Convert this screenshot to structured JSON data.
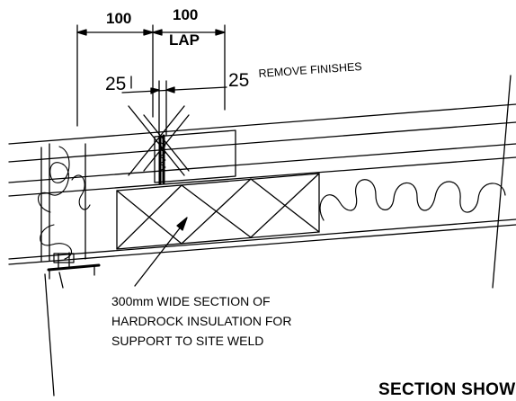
{
  "dimensions": {
    "left_width": "100",
    "lap_width": "100",
    "lap_label": "LAP",
    "gap_left": "25",
    "gap_right": "25",
    "remove_note": "REMOVE FINISHES"
  },
  "callout": {
    "line1": "300mm WIDE SECTION OF",
    "line2": "HARDROCK INSULATION FOR",
    "line3": "SUPPORT TO SITE WELD"
  },
  "heading": "SECTION SHOWI",
  "colors": {
    "ink": "#000000",
    "background": "#ffffff"
  }
}
